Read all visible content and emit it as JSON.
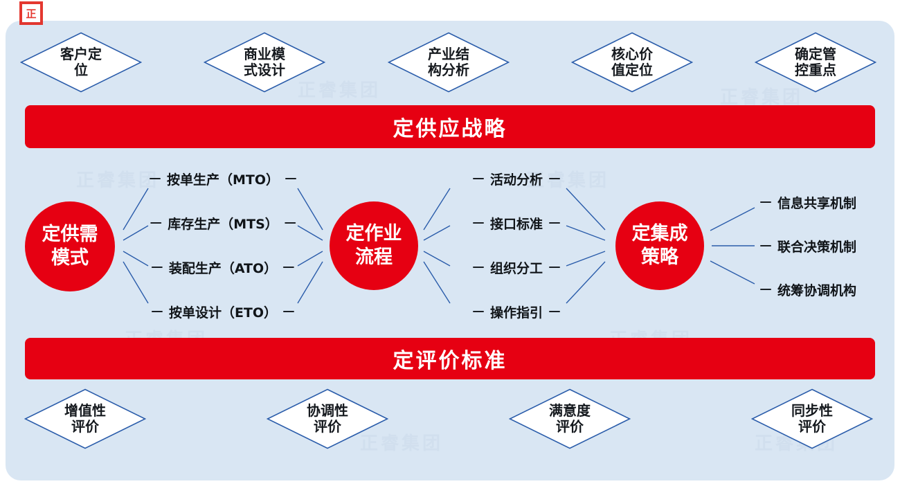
{
  "colors": {
    "red": "#e60012",
    "diamond_stroke": "#2a5caa",
    "background": "#d9e6f3",
    "text": "#101418"
  },
  "watermark": {
    "text": "正睿集团",
    "logo": "正"
  },
  "top_diamonds": [
    {
      "line1": "客户定",
      "line2": "位"
    },
    {
      "line1": "商业模",
      "line2": "式设计"
    },
    {
      "line1": "产业结",
      "line2": "构分析"
    },
    {
      "line1": "核心价",
      "line2": "值定位"
    },
    {
      "line1": "确定管",
      "line2": "控重点"
    }
  ],
  "banner_top": {
    "label": "定供应战略"
  },
  "banner_bottom": {
    "label": "定评价标准"
  },
  "circles": [
    {
      "line1": "定供需",
      "line2": "模式"
    },
    {
      "line1": "定作业",
      "line2": "流程"
    },
    {
      "line1": "定集成",
      "line2": "策略"
    }
  ],
  "supply_modes": [
    "按单生产（MTO）",
    "库存生产（MTS）",
    "装配生产（ATO）",
    "按单设计（ETO）"
  ],
  "process_items": [
    "活动分析",
    "接口标准",
    "组织分工",
    "操作指引"
  ],
  "integration_items": [
    "信息共享机制",
    "联合决策机制",
    "统筹协调机构"
  ],
  "bottom_diamonds": [
    {
      "line1": "增值性",
      "line2": "评价"
    },
    {
      "line1": "协调性",
      "line2": "评价"
    },
    {
      "line1": "满意度",
      "line2": "评价"
    },
    {
      "line1": "同步性",
      "line2": "评价"
    }
  ]
}
